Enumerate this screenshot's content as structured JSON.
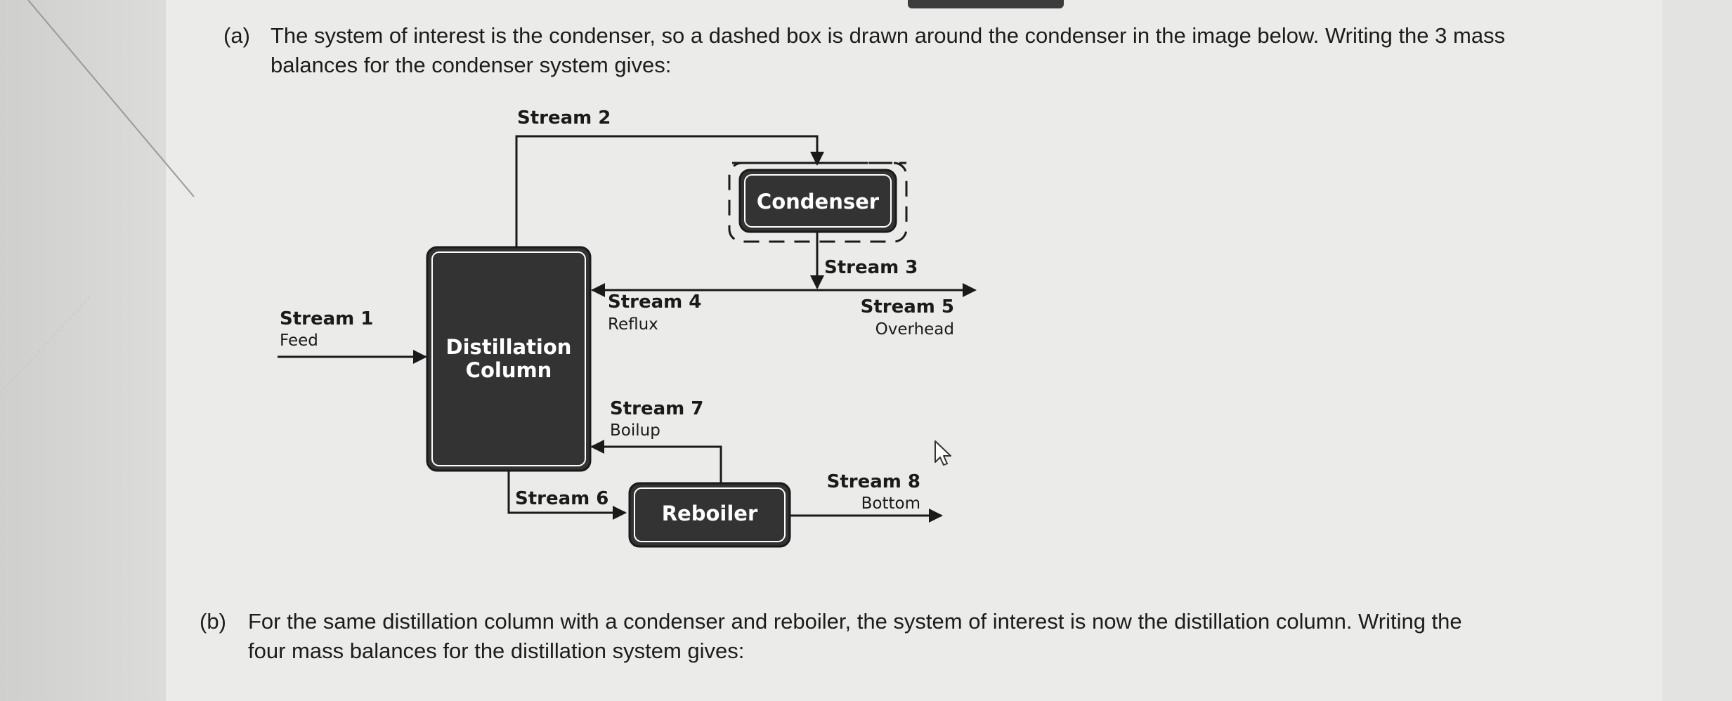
{
  "part_a": {
    "marker": "(a)",
    "line1": "The system of interest is the condenser, so a dashed box is drawn around the condenser in the image below. Writing the 3 mass",
    "line2": "balances for the condenser system gives:"
  },
  "part_b": {
    "marker": "(b)",
    "line1": "For the same distillation column with a condenser and reboiler, the system of interest is now the distillation column. Writing the",
    "line2": "four mass balances for the distillation system gives:"
  },
  "diagram": {
    "units": {
      "column_line1": "Distillation",
      "column_line2": "Column",
      "condenser": "Condenser",
      "reboiler": "Reboiler"
    },
    "streams": {
      "s1": {
        "name": "Stream 1",
        "desc": "Feed"
      },
      "s2": {
        "name": "Stream 2"
      },
      "s3": {
        "name": "Stream 3"
      },
      "s4": {
        "name": "Stream 4",
        "desc": "Reflux"
      },
      "s5": {
        "name": "Stream 5",
        "desc": "Overhead"
      },
      "s6": {
        "name": "Stream 6"
      },
      "s7": {
        "name": "Stream 7",
        "desc": "Boilup"
      },
      "s8": {
        "name": "Stream 8",
        "desc": "Bottom"
      }
    }
  },
  "colors": {
    "unit_fill": "#333333",
    "line": "#1a1a1a",
    "page": "#ebebe9"
  },
  "icons": [
    "mouse-cursor-icon"
  ]
}
